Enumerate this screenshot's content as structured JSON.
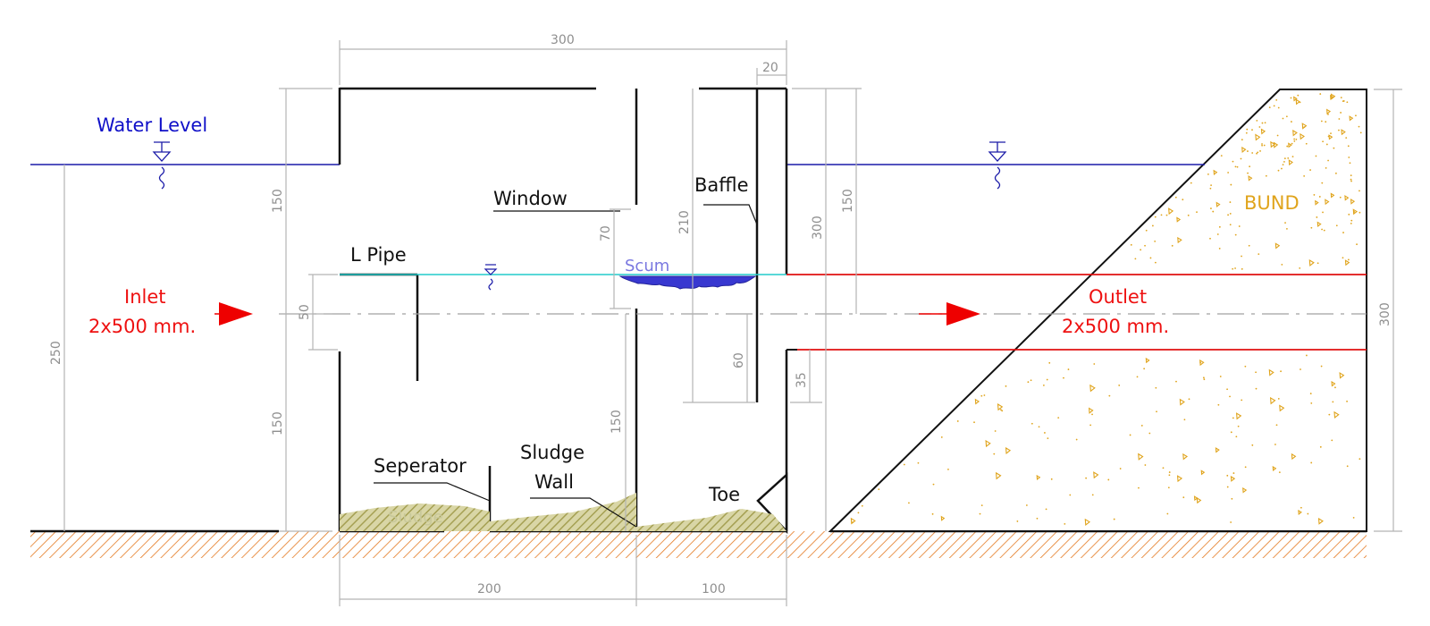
{
  "labels": {
    "water_level": "Water Level",
    "window": "Window",
    "baffle": "Baffle",
    "l_pipe": "L Pipe",
    "scum": "Scum",
    "inlet": "Inlet",
    "inlet_size": "2x500 mm.",
    "outlet": "Outlet",
    "outlet_size": "2x500 mm.",
    "bund": "BUND",
    "seperator": "Seperator",
    "sludge_wall_1": "Sludge",
    "sludge_wall_2": "Wall",
    "toe": "Toe",
    "sludge": "Sludge"
  },
  "dimensions": {
    "top_width": "300",
    "baffle_offset": "20",
    "upper_height": "150",
    "lower_height": "150",
    "inlet_height": "250",
    "pipe_dia": "50",
    "window_height": "70",
    "baffle_height": "210",
    "right_total": "300",
    "right_upper": "150",
    "outlet_lower": "35",
    "baffle_gap": "60",
    "wall_height": "150",
    "bund_height": "300",
    "left_chamber": "200",
    "right_chamber": "100"
  },
  "colors": {
    "water": "#1a1aa8",
    "pipe": "#e01010",
    "cyan_level": "#22cccc",
    "dim": "#b4b4b4",
    "sludge": "#b2ae62",
    "ground": "#e47a22",
    "bund": "#e0a41c",
    "scum": "#3838d0"
  }
}
